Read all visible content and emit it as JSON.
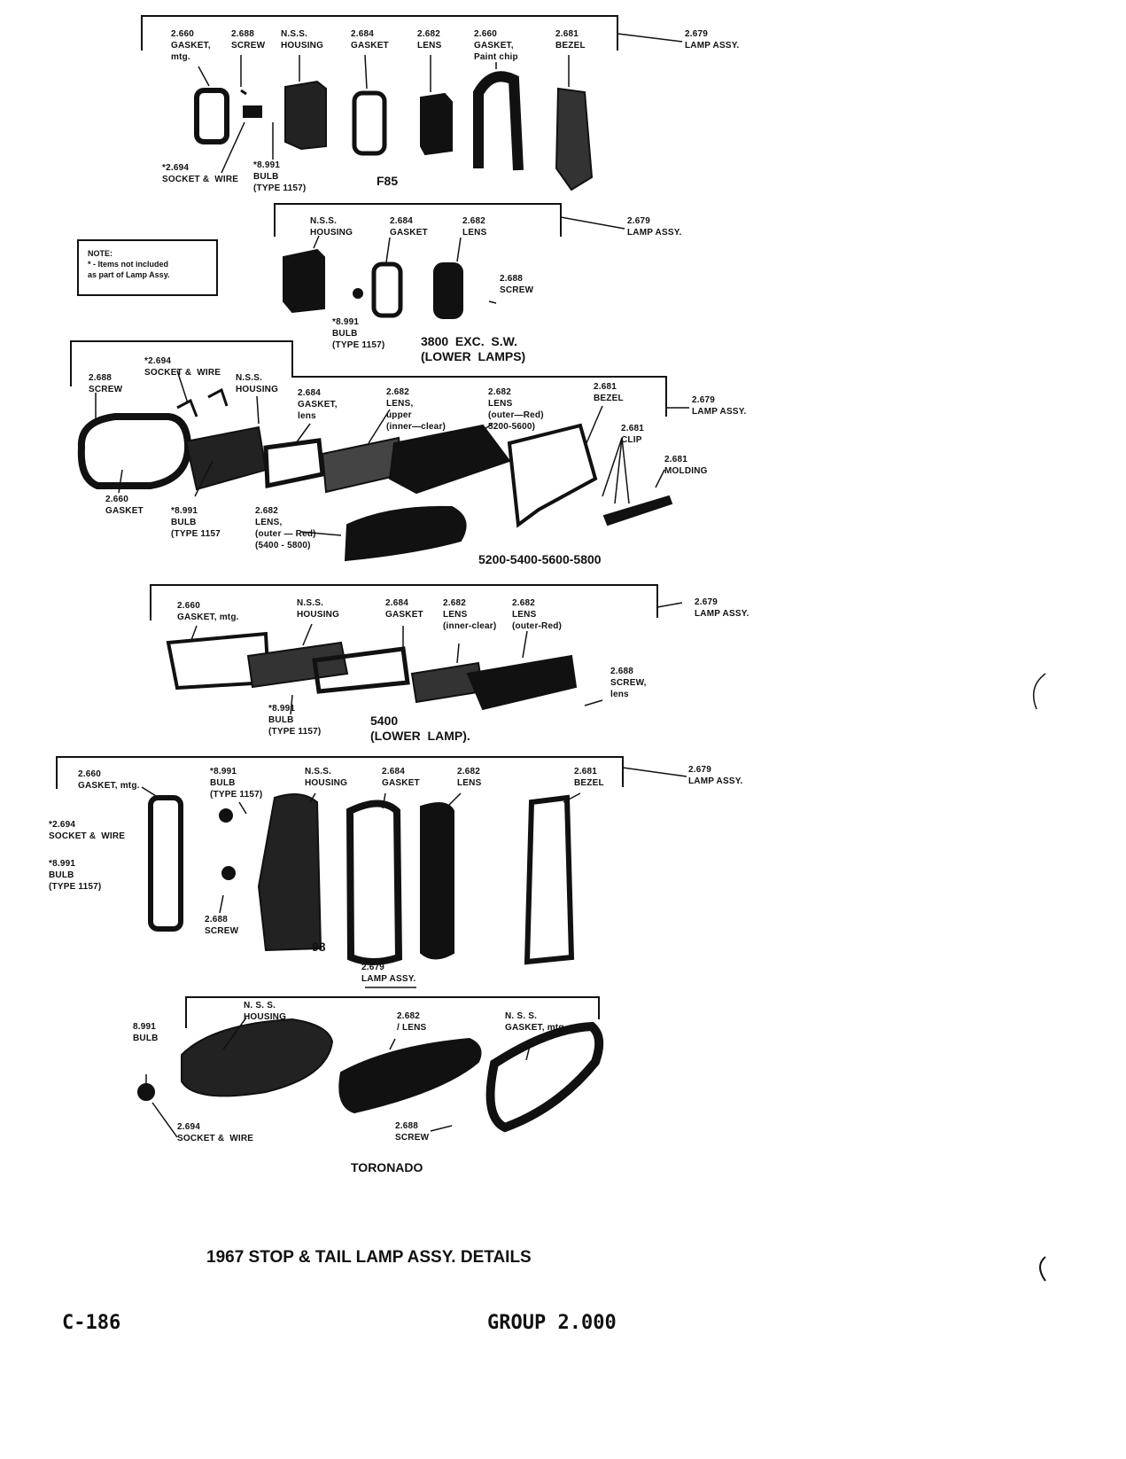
{
  "title": "1967 STOP & TAIL LAMP ASSY. DETAILS",
  "page_number": "C-186",
  "group": "GROUP 2.000",
  "note": {
    "heading": "NOTE:",
    "body": "* - Items not included\nas part of Lamp Assy."
  },
  "sections": {
    "f85": {
      "caption": "F85",
      "labels": {
        "gasket_mtg": "2.660\nGASKET,\nmtg.",
        "screw": "2.688\nSCREW",
        "housing": "N.S.S.\nHOUSING",
        "gasket": "2.684\nGASKET",
        "lens": "2.682\nLENS",
        "gasket_paint": "2.660\nGASKET,\nPaint chip",
        "bezel": "2.681\nBEZEL",
        "lamp_assy": "2.679\nLAMP ASSY.",
        "socket_wire": "*2.694\nSOCKET &  WIRE",
        "bulb": "*8.991\nBULB\n(TYPE 1157)"
      }
    },
    "s3800": {
      "caption": "3800  EXC.  S.W.\n(LOWER  LAMPS)",
      "labels": {
        "housing": "N.S.S.\nHOUSING",
        "gasket": "2.684\nGASKET",
        "lens": "2.682\nLENS",
        "lamp_assy": "2.679\nLAMP ASSY.",
        "screw": "2.688\nSCREW",
        "bulb": "*8.991\nBULB\n(TYPE 1157)"
      }
    },
    "s5200": {
      "caption": "5200-5400-5600-5800",
      "labels": {
        "screw": "2.688\nSCREW",
        "socket_wire": "*2.694\nSOCKET &  WIRE",
        "housing": "N.S.S.\nHOUSING",
        "gasket_lens": "2.684\nGASKET,\nlens",
        "lens_upper": "2.682\nLENS,\nupper\n(inner—clear)",
        "lens_outer": "2.682\nLENS\n(outer—Red)\n5200-5600)",
        "bezel": "2.681\nBEZEL",
        "lamp_assy": "2.679\nLAMP ASSY.",
        "clip": "2.681\nCLIP",
        "molding": "2.681\nMOLDING",
        "gasket": "2.660\nGASKET",
        "bulb": "*8.991\nBULB\n(TYPE 1157",
        "lens_outer_5400": "2.682\nLENS,\n(outer — Red)\n(5400 - 5800)"
      }
    },
    "s5400": {
      "caption": "5400\n(LOWER  LAMP).",
      "labels": {
        "gasket_mtg": "2.660\nGASKET, mtg.",
        "housing": "N.S.S.\nHOUSING",
        "gasket": "2.684\nGASKET",
        "lens_inner": "2.682\nLENS\n(inner-clear)",
        "lens_outer": "2.682\nLENS\n(outer-Red)",
        "lamp_assy": "2.679\nLAMP ASSY.",
        "screw": "2.688\nSCREW,\nlens",
        "bulb": "*8.991\nBULB\n(TYPE 1157)"
      }
    },
    "s98": {
      "caption": "98",
      "labels": {
        "gasket_mtg": "2.660\nGASKET, mtg.",
        "bulb_top": "*8.991\nBULB\n(TYPE 1157)",
        "housing": "N.S.S.\nHOUSING",
        "gasket": "2.684\nGASKET",
        "lens": "2.682\nLENS",
        "bezel": "2.681\nBEZEL",
        "lamp_assy": "2.679\nLAMP ASSY.",
        "socket_wire": "*2.694\nSOCKET &  WIRE",
        "bulb_side": "*8.991\nBULB\n(TYPE 1157)",
        "screw": "2.688\nSCREW"
      }
    },
    "toronado": {
      "caption": "TORONADO",
      "labels": {
        "lamp_assy": "2.679\nLAMP ASSY.",
        "bulb": "8.991\nBULB",
        "housing": "N. S. S.\nHOUSING",
        "lens": "2.682\n/ LENS",
        "gasket_mtg": "N. S. S.\nGASKET, mtg.",
        "socket_wire": "2.694\nSOCKET &  WIRE",
        "screw": "2.688\nSCREW"
      }
    }
  },
  "colors": {
    "ink": "#111111",
    "paper": "#ffffff"
  }
}
